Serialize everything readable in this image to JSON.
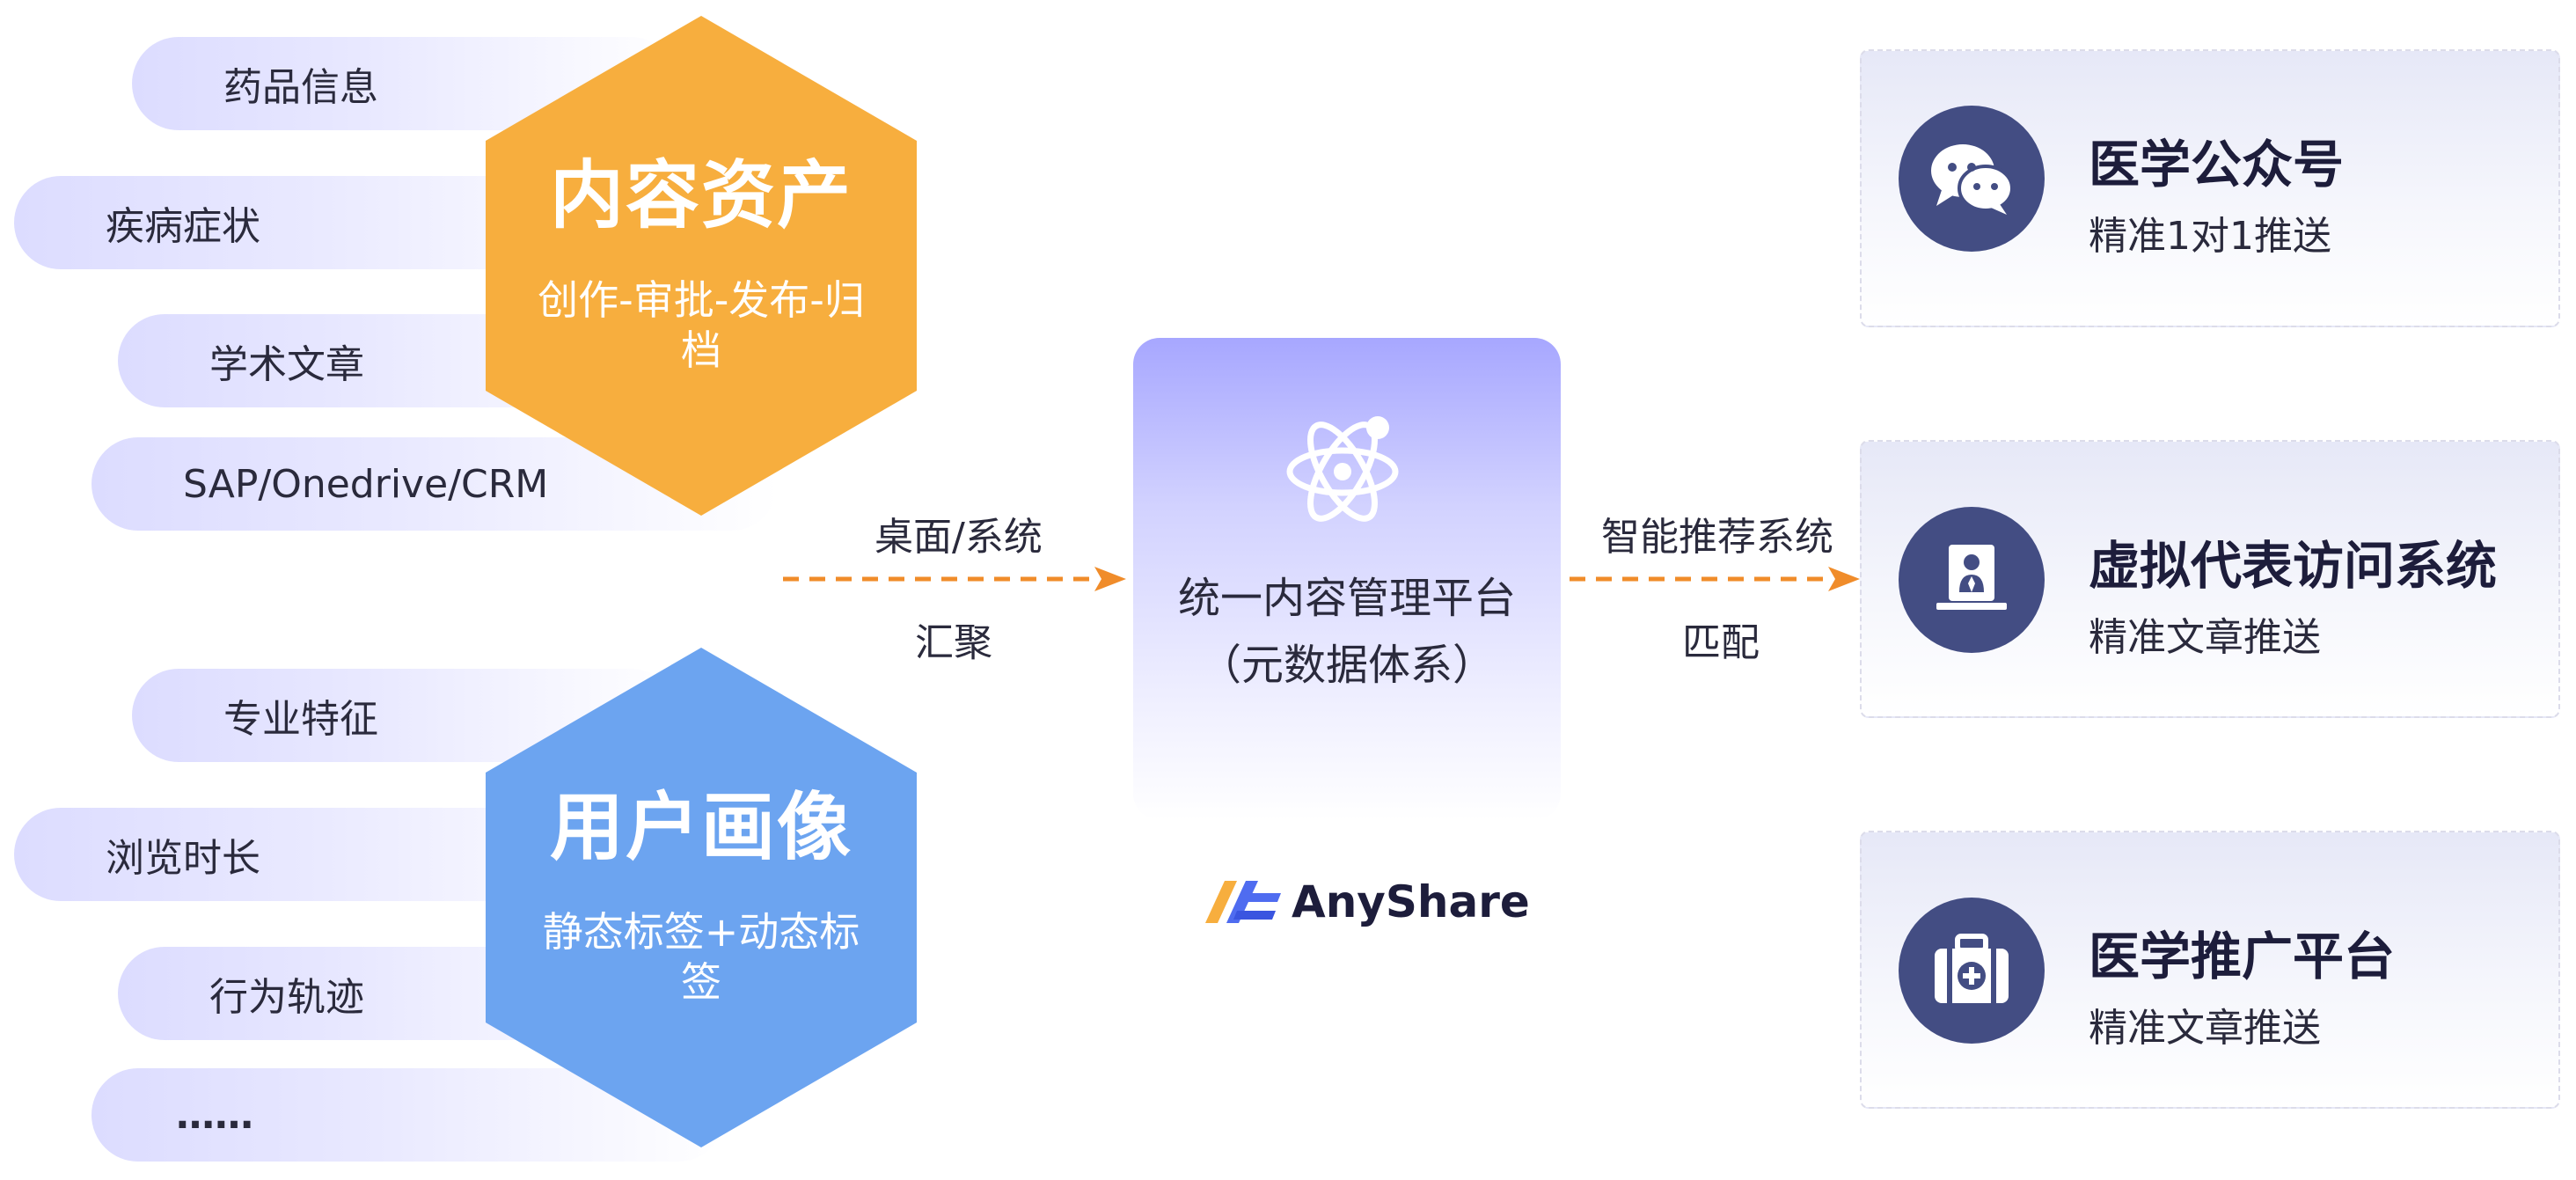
{
  "left": {
    "content_items": [
      "药品信息",
      "疾病症状",
      "学术文章",
      "SAP/Onedrive/CRM"
    ],
    "content_hex": {
      "title": "内容资产",
      "subtitle": "创作-审批-发布-归档",
      "color": "#F7AE3E"
    },
    "user_items": [
      "专业特征",
      "浏览时长",
      "行为轨迹",
      "……"
    ],
    "user_hex": {
      "title": "用户画像",
      "subtitle": "静态标签+动态标签",
      "color": "#6CA4F0"
    }
  },
  "arrow_left": {
    "top": "桌面/系统",
    "bottom": "汇聚"
  },
  "center": {
    "title": "统一内容管理平台",
    "subtitle": "（元数据体系）",
    "icon": "atom-icon",
    "brand": "AnyShare"
  },
  "arrow_right": {
    "top": "智能推荐系统",
    "bottom": "匹配"
  },
  "right_cards": [
    {
      "title": "医学公众号",
      "subtitle": "精准1对1推送",
      "icon": "wechat-icon"
    },
    {
      "title": "虚拟代表访问系统",
      "subtitle": "精准文章推送",
      "icon": "representative-icon"
    },
    {
      "title": "医学推广平台",
      "subtitle": "精准文章推送",
      "icon": "medical-kit-icon"
    }
  ],
  "colors": {
    "arrow": "#F08C2A",
    "accent": "#434D83",
    "pill": "#DCDCFF",
    "center_box": "#A7A7FF"
  }
}
